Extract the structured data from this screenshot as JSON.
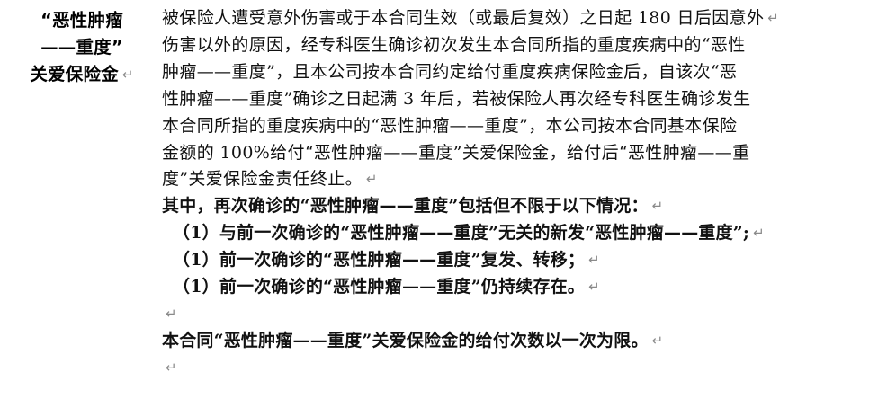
{
  "document": {
    "background_color": "#ffffff",
    "text_color": "#111111",
    "pilcrow_color": "#8a8a8a",
    "pilcrow_glyph": "↵"
  },
  "header_cell": {
    "lines": [
      "“恶性肿瘤",
      "——重度”",
      "关爱保险金"
    ],
    "paragraph_mark": "↵"
  },
  "body_cell": {
    "lines": [
      {
        "text": "被保险人遭受意外伤害或于本合同生效（或最后复效）之日起 180 日后因意外",
        "bold": false,
        "indent": false,
        "mark": "↵"
      },
      {
        "text": "伤害以外的原因，经专科医生确诊初次发生本合同所指的重度疾病中的“恶性",
        "bold": false,
        "indent": false,
        "mark": ""
      },
      {
        "text": "肿瘤——重度”，且本公司按本合同约定给付重度疾病保险金后，自该次“恶",
        "bold": false,
        "indent": false,
        "mark": ""
      },
      {
        "text": "性肿瘤——重度”确诊之日起满 3 年后，若被保险人再次经专科医生确诊发生",
        "bold": false,
        "indent": false,
        "mark": ""
      },
      {
        "text": "本合同所指的重度疾病中的“恶性肿瘤——重度”，本公司按本合同基本保险",
        "bold": false,
        "indent": false,
        "mark": ""
      },
      {
        "text": "金额的 100%给付“恶性肿瘤——重度”关爱保险金，给付后“恶性肿瘤——重",
        "bold": false,
        "indent": false,
        "mark": ""
      },
      {
        "text": "度”关爱保险金责任终止。",
        "bold": false,
        "indent": false,
        "mark": "↵"
      },
      {
        "text": "其中，再次确诊的“恶性肿瘤——重度”包括但不限于以下情况：",
        "bold": true,
        "indent": false,
        "mark": "↵"
      },
      {
        "text": "（1）与前一次确诊的“恶性肿瘤——重度”无关的新发“恶性肿瘤——重度”;",
        "bold": true,
        "indent": true,
        "mark": "↵"
      },
      {
        "text": "（1）前一次确诊的“恶性肿瘤——重度”复发、转移；",
        "bold": true,
        "indent": true,
        "mark": "↵"
      },
      {
        "text": "（1）前一次确诊的“恶性肿瘤——重度”仍持续存在。",
        "bold": true,
        "indent": true,
        "mark": "↵"
      },
      {
        "text": "",
        "bold": false,
        "indent": false,
        "mark": "↵"
      },
      {
        "text": "本合同“恶性肿瘤——重度”关爱保险金的给付次数以一次为限。",
        "bold": true,
        "indent": false,
        "mark": "↵"
      },
      {
        "text": "",
        "bold": false,
        "indent": false,
        "mark": "↵"
      }
    ]
  }
}
